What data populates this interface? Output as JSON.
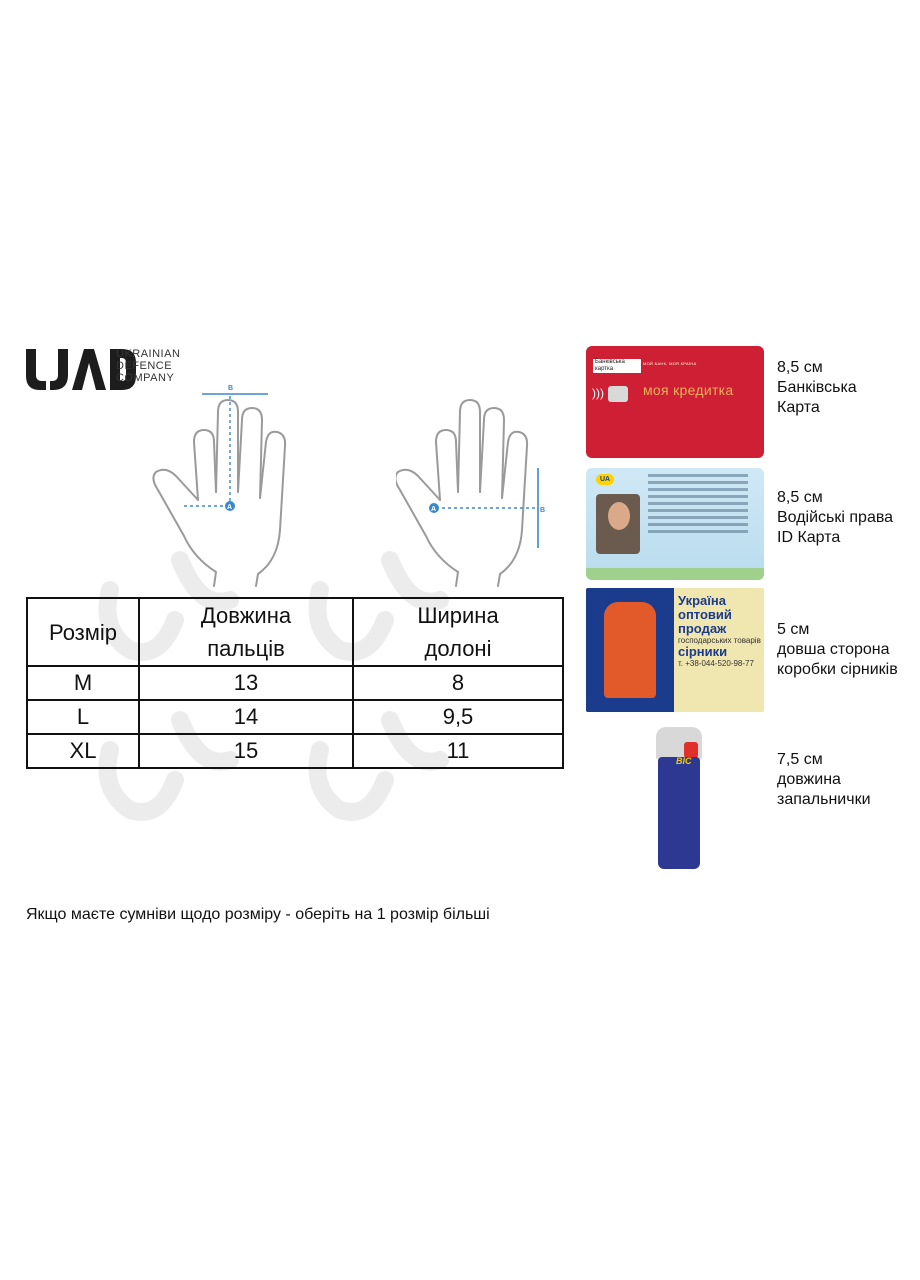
{
  "brand": {
    "logo_text": "UAD",
    "subtitle_lines": [
      "UKRAINIAN",
      "DEFENCE",
      "COMPANY"
    ]
  },
  "diagrams": {
    "left_hand": {
      "marker_a": "A",
      "marker_b": "B"
    },
    "right_hand": {
      "marker_a": "A",
      "marker_b": "B"
    }
  },
  "size_table": {
    "headers": [
      "Розмір",
      "Довжина пальців",
      "Ширина долоні"
    ],
    "header_lines": {
      "col2": [
        "Довжина",
        "пальців"
      ],
      "col3": [
        "Ширина",
        "долоні"
      ]
    },
    "rows": [
      [
        "M",
        "13",
        "8"
      ],
      [
        "L",
        "14",
        "9,5"
      ],
      [
        "XL",
        "15",
        "11"
      ]
    ]
  },
  "references": [
    {
      "lines": [
        "8,5 см",
        "Банківська",
        "Карта"
      ],
      "image": {
        "label": "Банківська картка",
        "bank": "МОЙ БАНК. МОЯ КРАЇНА",
        "card_name": "моя кредитка"
      }
    },
    {
      "lines": [
        "8,5 см",
        "Водійські права",
        "ID Карта"
      ],
      "image": {
        "country": "UA"
      }
    },
    {
      "lines": [
        "5 см",
        "довша сторона",
        "коробки сірників"
      ],
      "image": {
        "title": "Україна",
        "subtitle": "оптовий продаж",
        "small": "господарських товарів",
        "product": "сірники",
        "phone": "т. +38-044-520-98-77"
      }
    },
    {
      "lines": [
        "7,5 см",
        "довжина",
        "запальнички"
      ],
      "image": {
        "brand": "BIC"
      }
    }
  ],
  "footer_note": "Якщо маєте сумніви щодо розміру - оберіть на 1 розмір більші"
}
